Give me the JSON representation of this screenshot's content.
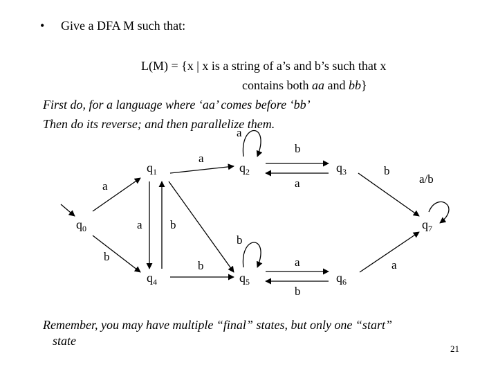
{
  "slide": {
    "bullet": "•",
    "heading": "Give a DFA M such that:",
    "language_line1": "L(M) = {x | x is a string of a’s and b’s such that x",
    "language_line2_pre": "contains both ",
    "language_line2_aa": "aa",
    "language_line2_mid": " and ",
    "language_line2_bb": "bb",
    "language_line2_post": "}",
    "note1": "First do, for a language where ‘aa’ comes before ‘bb’",
    "note2": "Then do its reverse; and then parallelize them.",
    "remember1": "Remember, you may have multiple “final” states, but only one “start”",
    "remember2": "state",
    "page_number": "21"
  },
  "diagram": {
    "states": [
      {
        "id": "q0",
        "label": "q",
        "index": "0",
        "start": true
      },
      {
        "id": "q1",
        "label": "q",
        "index": "1"
      },
      {
        "id": "q2",
        "label": "q",
        "index": "2"
      },
      {
        "id": "q3",
        "label": "q",
        "index": "3"
      },
      {
        "id": "q4",
        "label": "q",
        "index": "4"
      },
      {
        "id": "q5",
        "label": "q",
        "index": "5"
      },
      {
        "id": "q6",
        "label": "q",
        "index": "6"
      },
      {
        "id": "q7",
        "label": "q",
        "index": "7",
        "final": true
      }
    ],
    "transitions": [
      {
        "from": "q0",
        "to": "q1",
        "symbol": "a"
      },
      {
        "from": "q1",
        "to": "q4",
        "symbol": "a"
      },
      {
        "from": "q1",
        "to": "q2",
        "symbol": "a"
      },
      {
        "from": "q1",
        "to": "q5",
        "symbol": "b"
      },
      {
        "from": "q2",
        "to": "q2",
        "symbol": "a"
      },
      {
        "from": "q2",
        "to": "q3",
        "symbol": "b"
      },
      {
        "from": "q3",
        "to": "q2",
        "symbol": "a"
      },
      {
        "from": "q3",
        "to": "q7",
        "symbol": "b"
      },
      {
        "from": "q7",
        "to": "q7",
        "symbol": "a/b"
      },
      {
        "from": "q0",
        "to": "q4",
        "symbol": "b"
      },
      {
        "from": "q4",
        "to": "q5",
        "symbol": "b"
      },
      {
        "from": "q5",
        "to": "q5",
        "symbol": "b"
      },
      {
        "from": "q5",
        "to": "q6",
        "symbol": "a"
      },
      {
        "from": "q6",
        "to": "q5",
        "symbol": "b"
      },
      {
        "from": "q6",
        "to": "q7",
        "symbol": "a"
      }
    ]
  }
}
